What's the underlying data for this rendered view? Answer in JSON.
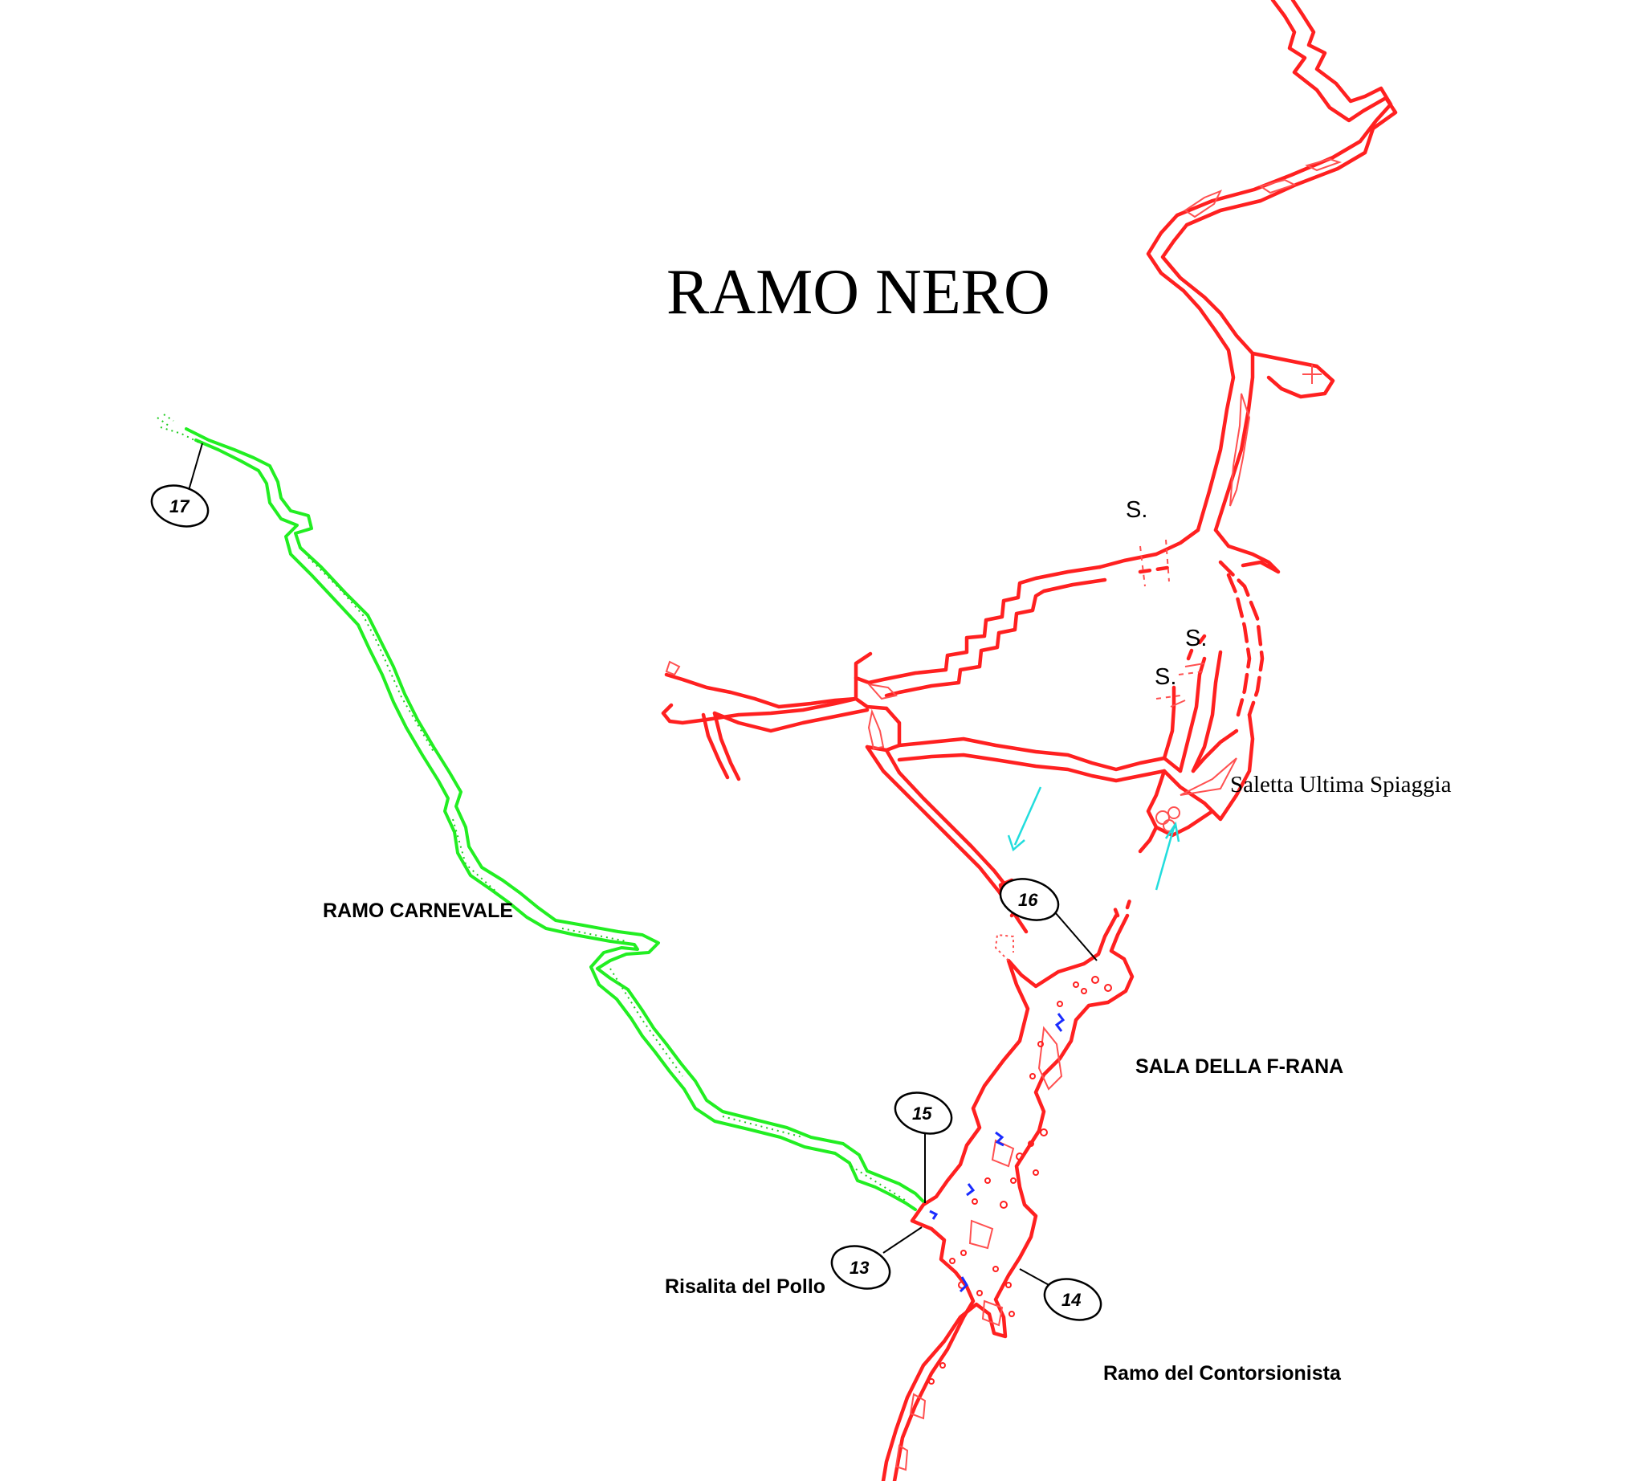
{
  "title": "RAMO NERO",
  "labels": {
    "saletta": "Saletta Ultima Spiaggia",
    "carnevale": "RAMO CARNEVALE",
    "sala": "SALA DELLA F-RANA",
    "risalita": "Risalita del Pollo",
    "contorsionista": "Ramo del Contorsionista",
    "sump": "S."
  },
  "stations": [
    "17",
    "16",
    "15",
    "13",
    "14"
  ],
  "colors": {
    "surveyed_passage": "#ff2020",
    "ramo_carnevale": "#22ee22",
    "flow_arrows": "#22dddd",
    "water": "#1a2cff"
  }
}
